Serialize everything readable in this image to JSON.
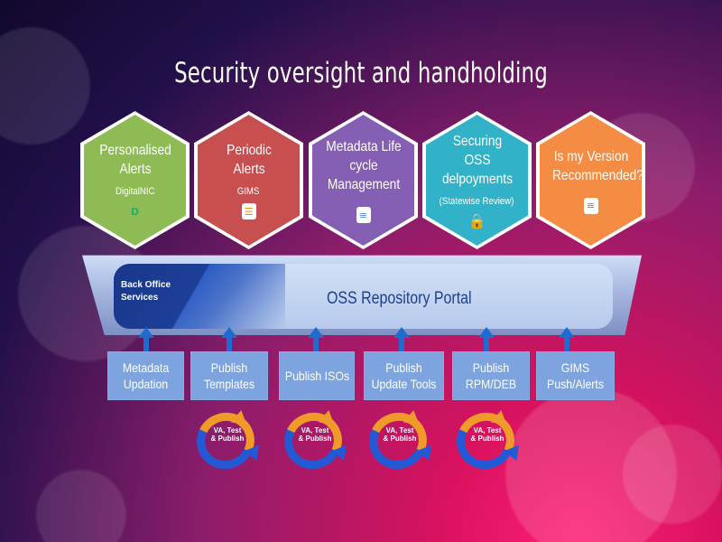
{
  "title": "Security oversight and handholding",
  "hexagons": [
    {
      "title": "Personalised Alerts",
      "subtitle": "DigitalNIC",
      "icon": "digitalnic-icon",
      "color": "#8fbb55"
    },
    {
      "title": "Periodic Alerts",
      "subtitle": "GIMS",
      "icon": "chat-icon",
      "color": "#c84f4f"
    },
    {
      "title": "Metadata Life cycle Management",
      "subtitle": "",
      "icon": "server-icon",
      "color": "#855fb3"
    },
    {
      "title": "Securing OSS delpoyments",
      "subtitle": "(Statewise Review)",
      "icon": "lock-icon",
      "color": "#32b2c8"
    },
    {
      "title": "Is my Version Recommended?",
      "subtitle": "",
      "icon": "server-icon",
      "color": "#f48c43"
    }
  ],
  "portal": {
    "title": "OSS Repository Portal",
    "left_label": "Back Office Services"
  },
  "bottom_boxes": [
    {
      "label": "Metadata Updation"
    },
    {
      "label": "Publish Templates"
    },
    {
      "label": "Publish ISOs"
    },
    {
      "label": "Publish Update Tools"
    },
    {
      "label": "Publish RPM/DEB"
    },
    {
      "label": "GIMS Push/Alerts"
    }
  ],
  "cycles": [
    {
      "label": "VA, Test & Publish"
    },
    {
      "label": "VA, Test & Publish"
    },
    {
      "label": "VA, Test & Publish"
    },
    {
      "label": "VA, Test & Publish"
    }
  ]
}
